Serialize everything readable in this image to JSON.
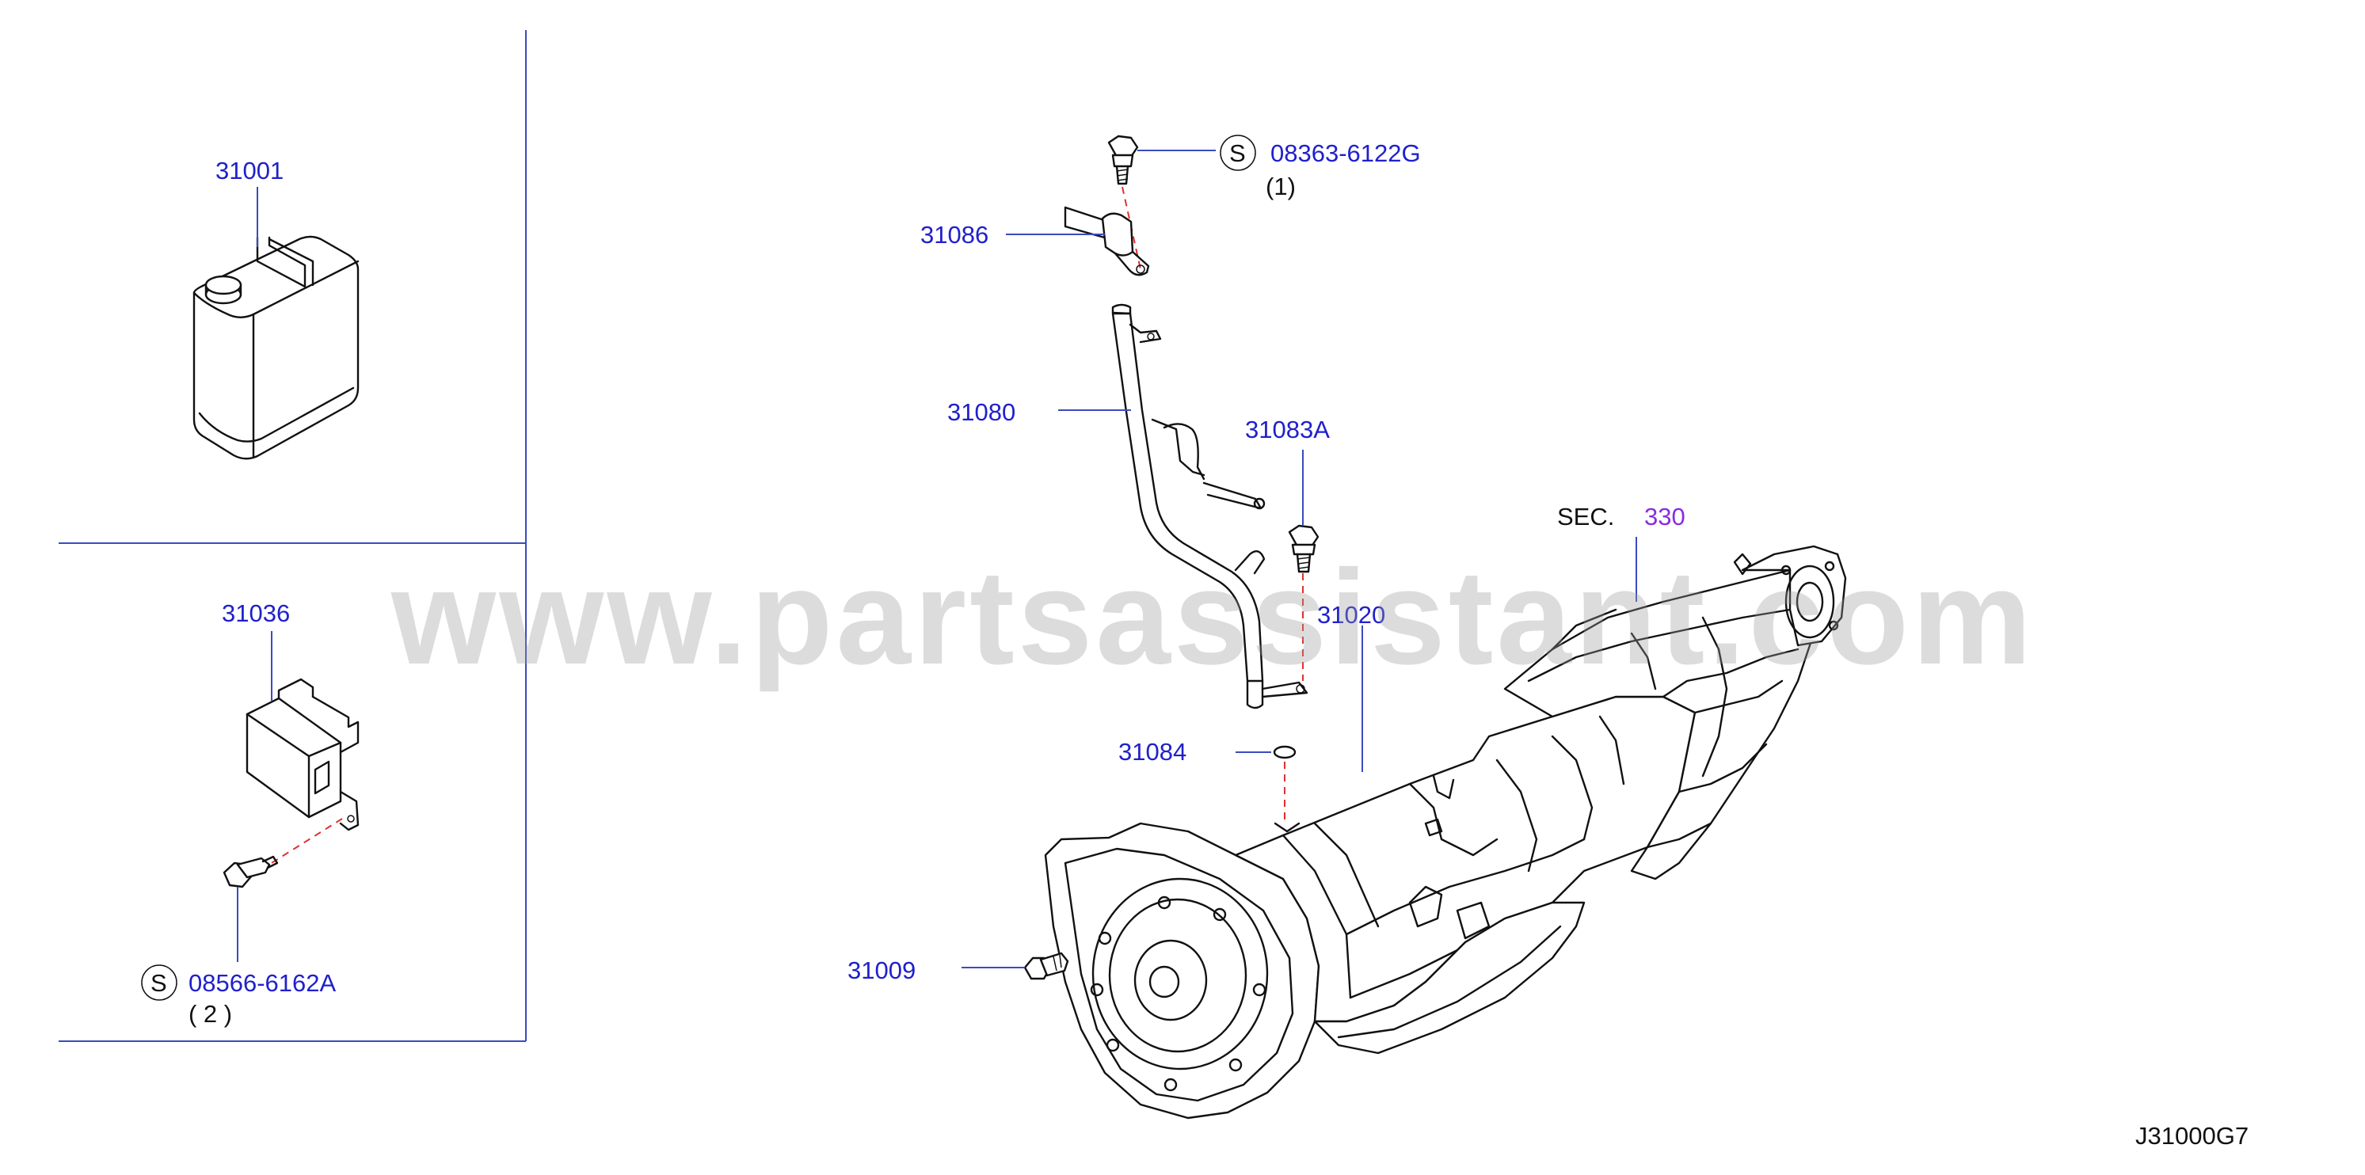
{
  "watermark": "www.partsassistant.com",
  "diagram_code": "J31000G7",
  "section_ref": {
    "prefix": "SEC.",
    "number": "330"
  },
  "parts": {
    "fluid_can": "31001",
    "control_unit": "31036",
    "control_unit_bolt": {
      "symbol": "S",
      "number": "08566-6162A",
      "qty": "( 2 )"
    },
    "gauge_bolt": {
      "symbol": "S",
      "number": "08363-6122G",
      "qty": "(1)"
    },
    "gauge_clamp": "31086",
    "fluid_gauge": "31080",
    "tube_bolt": "31083A",
    "transmission": "31020",
    "o_ring": "31084",
    "drain_plug": "31009"
  }
}
